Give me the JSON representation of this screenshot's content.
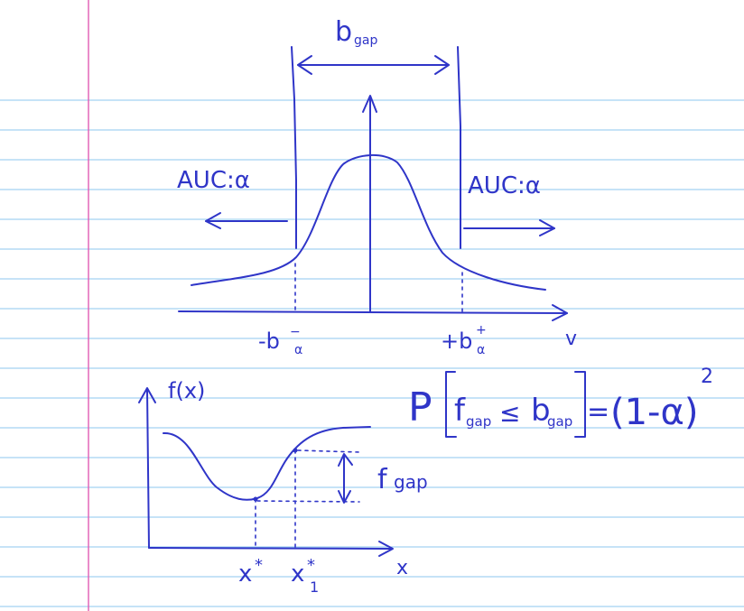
{
  "colors": {
    "ink": "#2f35c8",
    "rule": "#8ec7ef",
    "margin": "#e05bb4",
    "paper": "#ffffff"
  },
  "top_sketch": {
    "gap_label": "b",
    "gap_label_sub": "gap",
    "left_region": "AUC:α",
    "right_region": "AUC:α",
    "axis_label": "v",
    "left_threshold": "-b",
    "left_threshold_sup": "−",
    "left_threshold_sub": "α",
    "right_threshold": "+b",
    "right_threshold_sup": "+",
    "right_threshold_sub": "α"
  },
  "bottom_sketch": {
    "y_axis_label": "f(x)",
    "x_axis_label": "x",
    "x_star": "x",
    "x_star_sup": "*",
    "x1_star": "x",
    "x1_star_sup": "*",
    "x1_star_sub": "1",
    "fgap_label": "f",
    "fgap_sub": "gap"
  },
  "formula": {
    "prob": "P",
    "lhs": "f",
    "lhs_sub": "gap",
    "leq": "≤",
    "rhs": "b",
    "rhs_sub": "gap",
    "equals": "=",
    "result": "(1-α)",
    "exponent": "2"
  }
}
